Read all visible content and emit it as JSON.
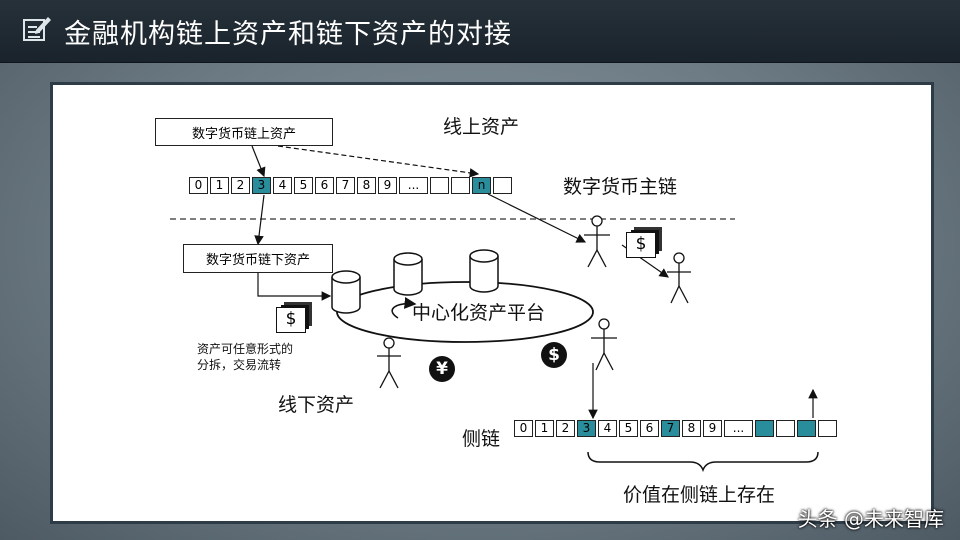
{
  "title": "金融机构链上资产和链下资产的对接",
  "labels": {
    "onchain_assets": "线上资产",
    "onchain_box": "数字货币链上资产",
    "main_chain": "数字货币主链",
    "offchain_box": "数字货币链下资产",
    "platform": "中心化资产平台",
    "split_note_1": "资产可任意形式的",
    "split_note_2": "分拆，交易流转",
    "offchain_assets": "线下资产",
    "side_chain": "侧链",
    "value_note": "价值在侧链上存在"
  },
  "main_chain_cells": [
    "0",
    "1",
    "2",
    "3",
    "4",
    "5",
    "6",
    "7",
    "8",
    "9",
    "...",
    "",
    "",
    "n",
    ""
  ],
  "main_chain_highlight": [
    3,
    13
  ],
  "side_chain_cells": [
    "0",
    "1",
    "2",
    "3",
    "4",
    "5",
    "6",
    "7",
    "8",
    "9",
    "...",
    "",
    "",
    "",
    ""
  ],
  "side_chain_highlight": [
    3,
    7,
    11,
    13
  ],
  "symbols": {
    "dollar": "$",
    "yen": "¥"
  },
  "watermark": "头条 @未来智库",
  "colors": {
    "highlight": "#2a8d9c",
    "titlebar": "#1f2a33"
  }
}
